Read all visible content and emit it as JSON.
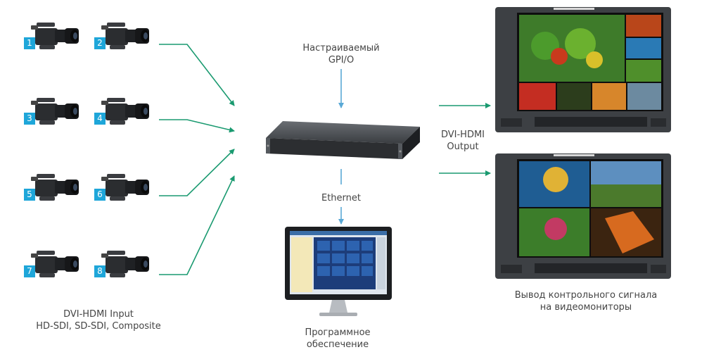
{
  "labels": {
    "gpio": "Настраиваемый\nGPI/O",
    "ethernet": "Ethernet",
    "dvi_output": "DVI-HDMI\nOutput",
    "monitor_out": "Вывод контрольного сигнала\nна видеомониторы",
    "software": "Программное\nобеспечение",
    "input": "DVI-HDMI Input\nHD-SDI, SD-SDI, Composite"
  },
  "cameras": [
    {
      "number": "1"
    },
    {
      "number": "2"
    },
    {
      "number": "3"
    },
    {
      "number": "4"
    },
    {
      "number": "5"
    },
    {
      "number": "6"
    },
    {
      "number": "7"
    },
    {
      "number": "8"
    }
  ],
  "colors": {
    "arrow": "#1a9a70",
    "arrow_blue": "#5aa9d6",
    "badge": "#1ea6d9"
  }
}
